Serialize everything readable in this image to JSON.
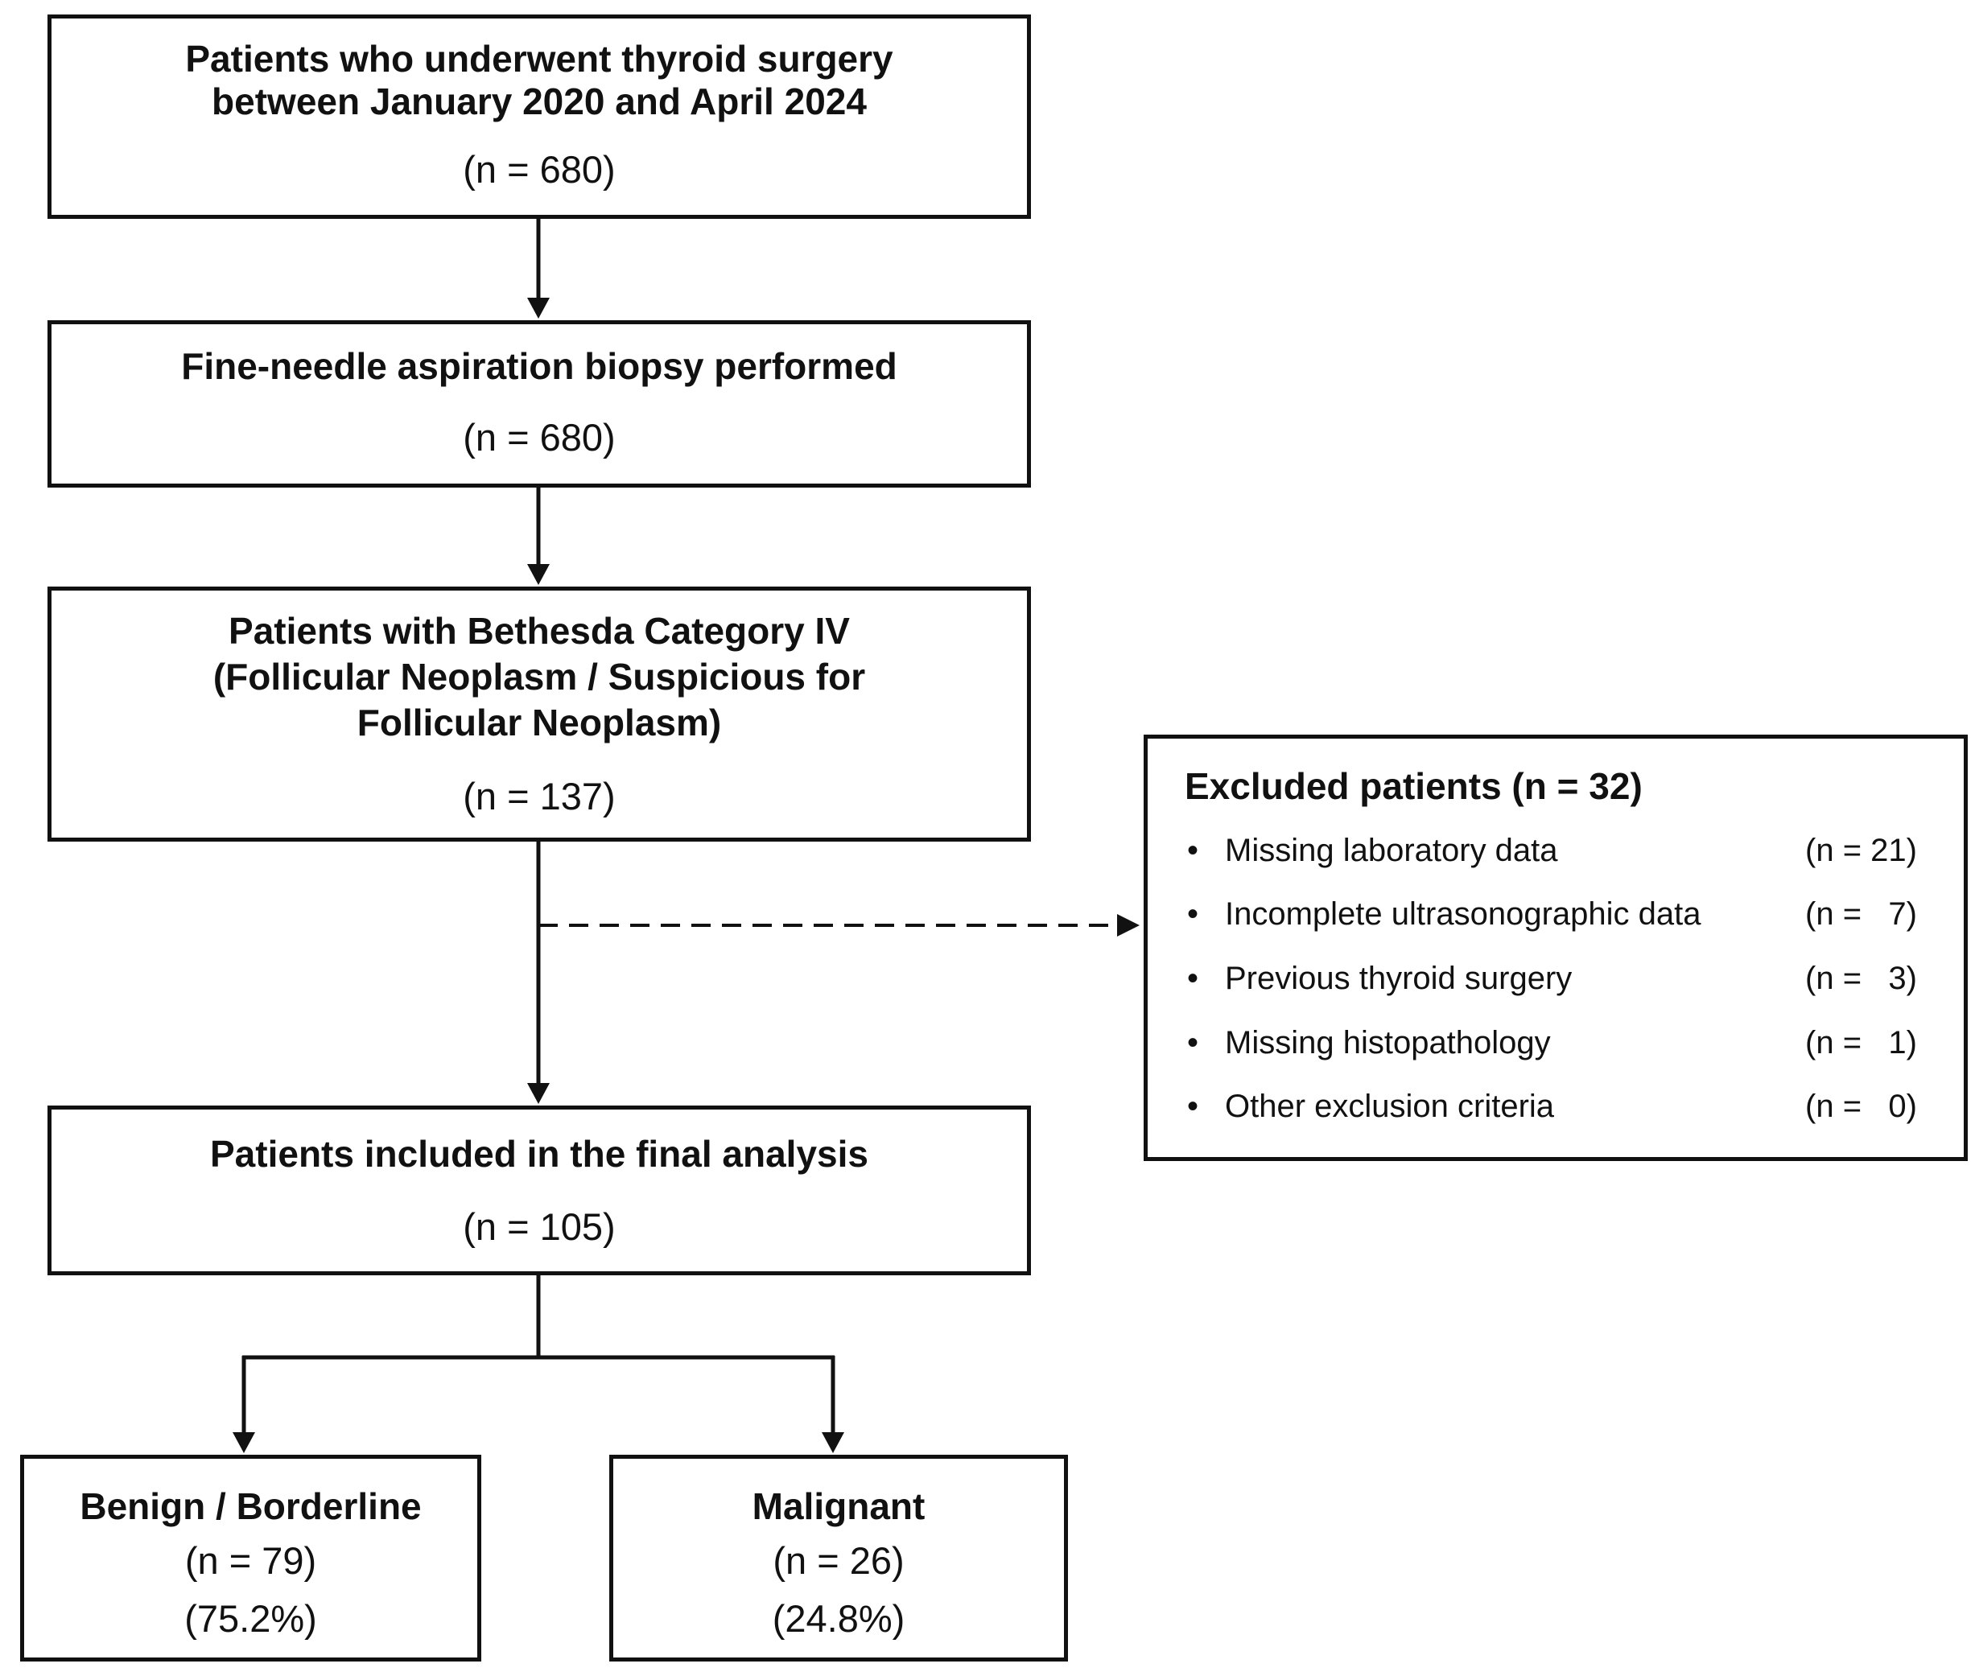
{
  "boxes": {
    "screened": {
      "line1": "Patients who underwent thyroid surgery",
      "line2": "between January 2020 and April 2024",
      "count": "(n = 680)"
    },
    "fna": {
      "line1": "Fine-needle aspiration biopsy performed",
      "count": "(n = 680)"
    },
    "bethesda": {
      "line1": "Patients with Bethesda Category IV",
      "line2": "(Follicular Neoplasm / Suspicious for",
      "line3": "Follicular Neoplasm)",
      "count": "(n = 137)"
    },
    "final": {
      "line1": "Patients included in the final analysis",
      "count": "(n = 105)"
    },
    "benign": {
      "title": "Benign / Borderline",
      "count": "(n = 79)",
      "percent": "(75.2%)"
    },
    "malignant": {
      "title": "Malignant",
      "count": "(n = 26)",
      "percent": "(24.8%)"
    }
  },
  "excluded": {
    "title": "Excluded patients (n = 32)",
    "items": [
      {
        "label": "Missing laboratory data",
        "count": "(n = 21)"
      },
      {
        "label": "Incomplete ultrasonographic data",
        "count": "(n =   7)"
      },
      {
        "label": "Previous thyroid surgery",
        "count": "(n =   3)"
      },
      {
        "label": "Missing histopathology",
        "count": "(n =   1)"
      },
      {
        "label": "Other exclusion criteria",
        "count": "(n =   0)"
      }
    ]
  }
}
